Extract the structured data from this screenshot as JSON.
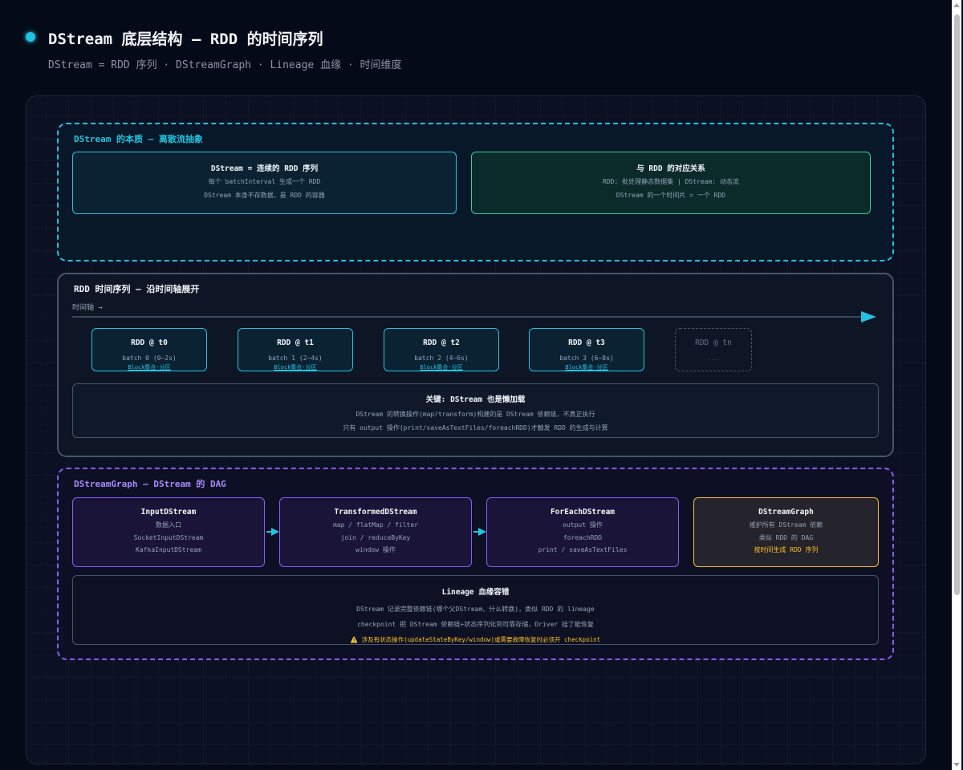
{
  "header": {
    "title": "DStream 底层结构 — RDD 的时间序列",
    "subtitle": "DStream = RDD 序列 · DStreamGraph · Lineage 血缘 · 时间维度"
  },
  "colors": {
    "background": "#050a18",
    "cyan": "#22c3e0",
    "green": "#34d399",
    "purple": "#8b5cf6",
    "yellow": "#fbbf24",
    "slate": "#475569"
  },
  "essence": {
    "title": "DStream 的本质 — 离散流抽象",
    "card_left": {
      "title": "DStream = 连续的 RDD 序列",
      "lines": [
        "每个 batchInterval 生成一个 RDD",
        "DStream 本身不存数据，是 RDD 的容器"
      ]
    },
    "card_right": {
      "title": "与 RDD 的对应关系",
      "lines": [
        "RDD: 批处理静态数据集 | DStream: 动态流",
        "DStream 的一个时间片 = 一个 RDD"
      ]
    }
  },
  "timeline": {
    "title": "RDD 时间序列 — 沿时间轴展开",
    "axis_label": "时间轴 →",
    "rdds": [
      {
        "title": "RDD @ t0",
        "batch": "batch 0 (0~2s)",
        "blocks": "Block集合·分区"
      },
      {
        "title": "RDD @ t1",
        "batch": "batch 1 (2~4s)",
        "blocks": "Block集合·分区"
      },
      {
        "title": "RDD @ t2",
        "batch": "batch 2 (4~6s)",
        "blocks": "Block集合·分区"
      },
      {
        "title": "RDD @ t3",
        "batch": "batch 3 (6~8s)",
        "blocks": "Block集合·分区"
      }
    ],
    "rdd_more": {
      "title": "RDD @ tn",
      "batch": "..."
    },
    "key": {
      "title": "关键: DStream 也是懒加载",
      "lines": [
        "DStream 的转换操作(map/transform)构建的是 DStream 依赖链，不真正执行",
        "只有 output 操作(print/saveAsTextFiles/foreachRDD)才触发 RDD 的生成与计算"
      ]
    }
  },
  "graph": {
    "title": "DStreamGraph — DStream 的 DAG",
    "nodes": [
      {
        "title": "InputDStream",
        "lines": [
          "数据入口",
          "SocketInputDStream",
          "KafkaInputDStream"
        ]
      },
      {
        "title": "TransformedDStream",
        "lines": [
          "map / flatMap / filter",
          "join / reduceByKey",
          "window 操作"
        ]
      },
      {
        "title": "ForEachDStream",
        "lines": [
          "output 操作",
          "foreachRDD",
          "print / saveAsTextFiles"
        ]
      },
      {
        "title": "DStreamGraph",
        "lines": [
          "维护所有 DStream 依赖",
          "类似 RDD 的 DAG",
          "按时间生成 RDD 序列"
        ]
      }
    ],
    "lineage": {
      "title": "Lineage 血缘容错",
      "lines": [
        "DStream 记录完整依赖链(哪个父DStream、什么转换)，类似 RDD 的 lineage",
        "checkpoint 把 DStream 依赖链+状态序列化到可靠存储，Driver 挂了能恢复"
      ],
      "warning": "⚠️ 涉及有状态操作(updateStateByKey/window)或需要故障恢复时必须开 checkpoint"
    }
  }
}
